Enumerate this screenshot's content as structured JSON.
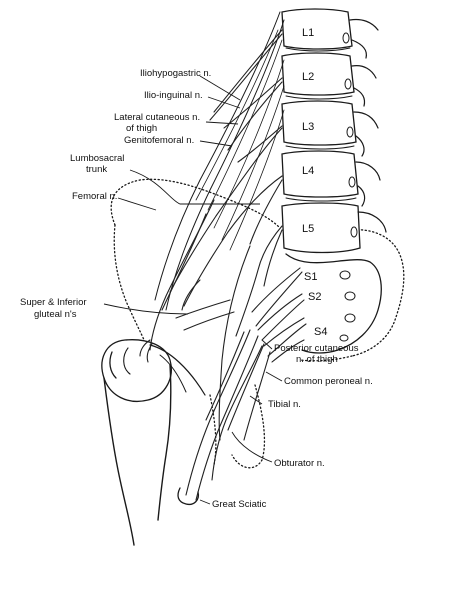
{
  "vertebrae": [
    "L1",
    "L2",
    "L3",
    "L4",
    "L5"
  ],
  "sacral_roots": [
    "S1",
    "S2",
    "S4"
  ],
  "labels": {
    "iliohypogastric": "Iliohypogastric n.",
    "ilioinguinal": "Ilio-inguinal n.",
    "lateral_cutaneous_1": "Lateral cutaneous n.",
    "lateral_cutaneous_2": "of thigh",
    "genitofemoral": "Genitofemoral n.",
    "lumbosacral_1": "Lumbosacral",
    "lumbosacral_2": "trunk",
    "femoral": "Femoral n.",
    "gluteal_1": "Super & Inferior",
    "gluteal_2": "gluteal n's",
    "posterior_cutaneous_1": "Posterior cutaneous",
    "posterior_cutaneous_2": "n. of thigh",
    "common_peroneal": "Common peroneal n.",
    "tibial": "Tibial n.",
    "obturator": "Obturator n.",
    "great_sciatic": "Great Sciatic"
  },
  "icons": {
    "lumbar_spine": "vertebral-column-icon",
    "pelvis": "pelvic-bone-icon",
    "femur": "femur-icon"
  }
}
